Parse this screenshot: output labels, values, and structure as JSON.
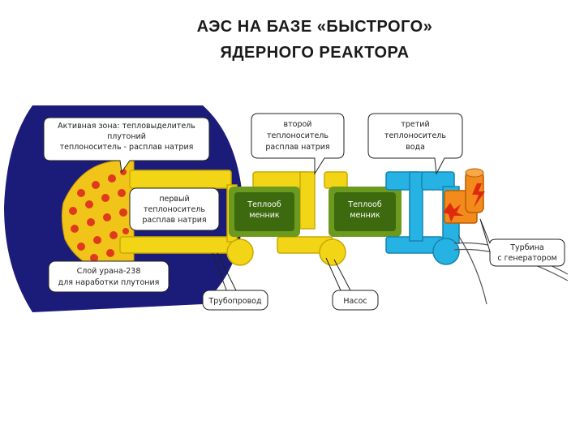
{
  "title": {
    "line1": "АЭС НА БАЗЕ «БЫСТРОГО»",
    "line2": "ЯДЕРНОГО РЕАКТОРА"
  },
  "callouts": {
    "core": [
      "Активная зона: тепловыделитель",
      "плутоний",
      "теплоноситель - расплав натрия"
    ],
    "second": [
      "второй",
      "теплоноситель",
      "расплав натрия"
    ],
    "third": [
      "третий",
      "теплоноситель",
      "вода"
    ],
    "first": [
      "первый",
      "теплоноситель",
      "расплав натрия"
    ],
    "blanket": [
      "Слой урана-238",
      "для наработки плутония"
    ],
    "turbine": [
      "Турбина",
      "с генератором"
    ],
    "pipe": "Трубопровод",
    "pump": "Насос"
  },
  "heat_exchangers": {
    "hx1": [
      "Теплооб",
      "менник"
    ],
    "hx2": [
      "Теплооб",
      "менник"
    ]
  },
  "colors": {
    "reactor_blue": "#1b1b7a",
    "core_yellow": "#f0c419",
    "core_dots": "#e03a1e",
    "sodium_pipe": "#f2d516",
    "hx_green": "#6b9a1f",
    "water_pipe": "#26b3e3",
    "turbine_orange": "#f28a1c"
  }
}
